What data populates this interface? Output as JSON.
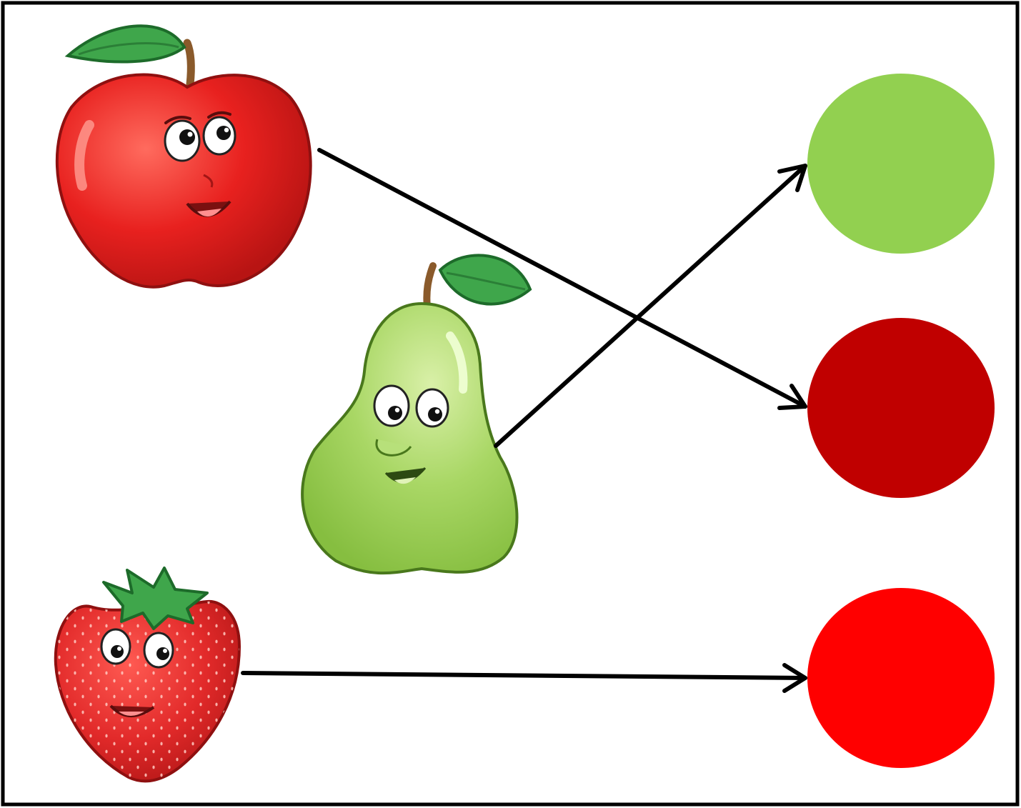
{
  "fruits": [
    {
      "id": "apple",
      "icon": "apple-icon",
      "color": "#e8211f",
      "leaf_color": "#3fa64b"
    },
    {
      "id": "pear",
      "icon": "pear-icon",
      "color": "#9ccf55",
      "leaf_color": "#3fa64b"
    },
    {
      "id": "strawberry",
      "icon": "strawberry-icon",
      "color": "#e22a2a",
      "leaf_color": "#3fa64b"
    }
  ],
  "color_circles": [
    {
      "id": "light-green",
      "color": "#92d050"
    },
    {
      "id": "dark-red",
      "color": "#c00000"
    },
    {
      "id": "red",
      "color": "#ff0000"
    }
  ],
  "matches": [
    {
      "from": "apple",
      "to": "dark-red"
    },
    {
      "from": "pear",
      "to": "light-green"
    },
    {
      "from": "strawberry",
      "to": "red"
    }
  ],
  "border_color": "#000000",
  "arrow_color": "#000000"
}
